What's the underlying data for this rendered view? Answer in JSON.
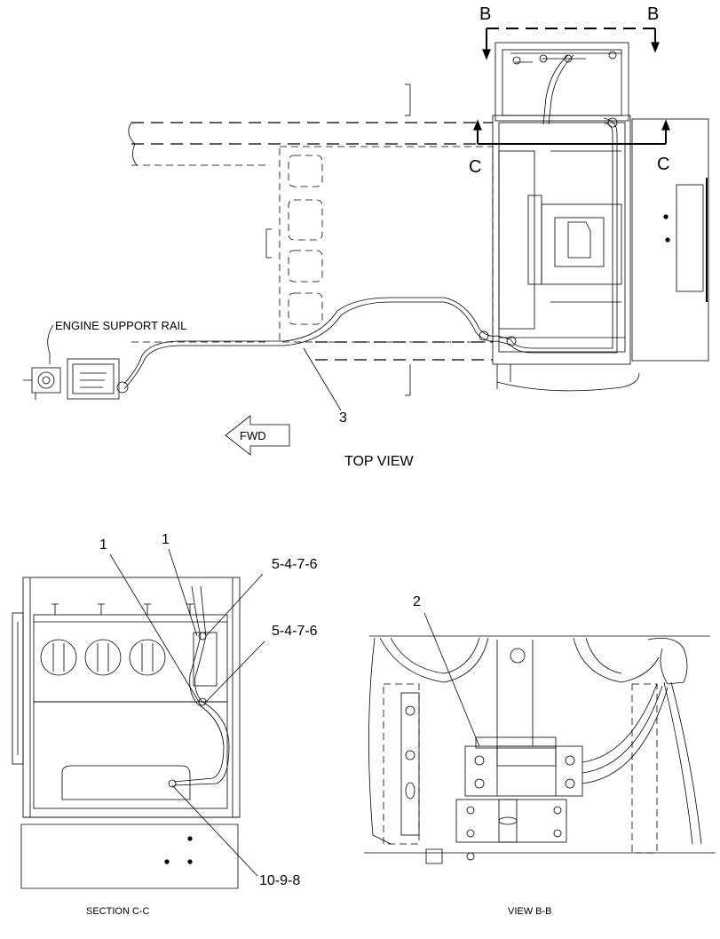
{
  "labels": {
    "section_b_left": "B",
    "section_b_right": "B",
    "section_c_left": "C",
    "section_c_right": "C",
    "engine_support_rail": "ENGINE SUPPORT RAIL",
    "callout_3": "3",
    "fwd_arrow": "FWD",
    "top_view": "TOP VIEW",
    "callout_1a": "1",
    "callout_1b": "1",
    "callout_5476a": "5-4-7-6",
    "callout_5476b": "5-4-7-6",
    "callout_1098": "10-9-8",
    "callout_2": "2",
    "section_cc": "SECTION C-C",
    "view_bb": "VIEW B-B"
  }
}
